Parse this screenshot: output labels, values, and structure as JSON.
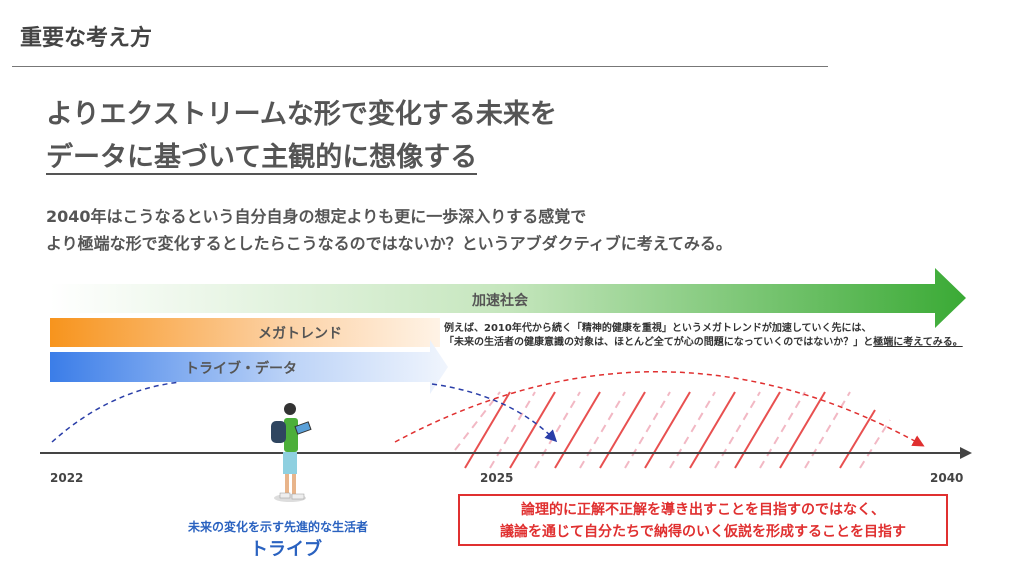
{
  "header": {
    "title": "重要な考え方"
  },
  "headline": {
    "line1": "よりエクストリームな形で変化する未来を",
    "line2": "データに基づいて主観的に想像する"
  },
  "description": {
    "line1": "2040年はこうなるという自分自身の想定よりも更に一歩深入りする感覚で",
    "line2": "より極端な形で変化するとしたらこうなるのではないか？というアブダクティブに考えてみる。"
  },
  "bars": {
    "accelerating": "加速社会",
    "megatrend": "メガトレンド",
    "tribe_data": "トライブ・データ"
  },
  "note": {
    "line1": "例えば、2010年代から続く「精神的健康を重視」というメガトレンドが加速していく先には、",
    "line2_main": "「未来の生活者の健康意識の対象は、ほとんど全てが心の問題になっていくのではないか？」と",
    "line2_emph": "極端に考えてみる。"
  },
  "timeline": {
    "start": "2022",
    "mid": "2025",
    "end": "2040"
  },
  "goal": {
    "line1": "論理的に正解不正解を導き出すことを目指すのではなく、",
    "line2": "議論を通じて自分たちで納得のいく仮説を形成することを目指す"
  },
  "tribe": {
    "caption": "未来の変化を示す先進的な生活者",
    "label": "トライブ"
  },
  "colors": {
    "green": "#3aaa35",
    "orange": "#f7941d",
    "blue": "#3b7de8",
    "red": "#e03030",
    "caption_blue": "#2a62c0"
  }
}
